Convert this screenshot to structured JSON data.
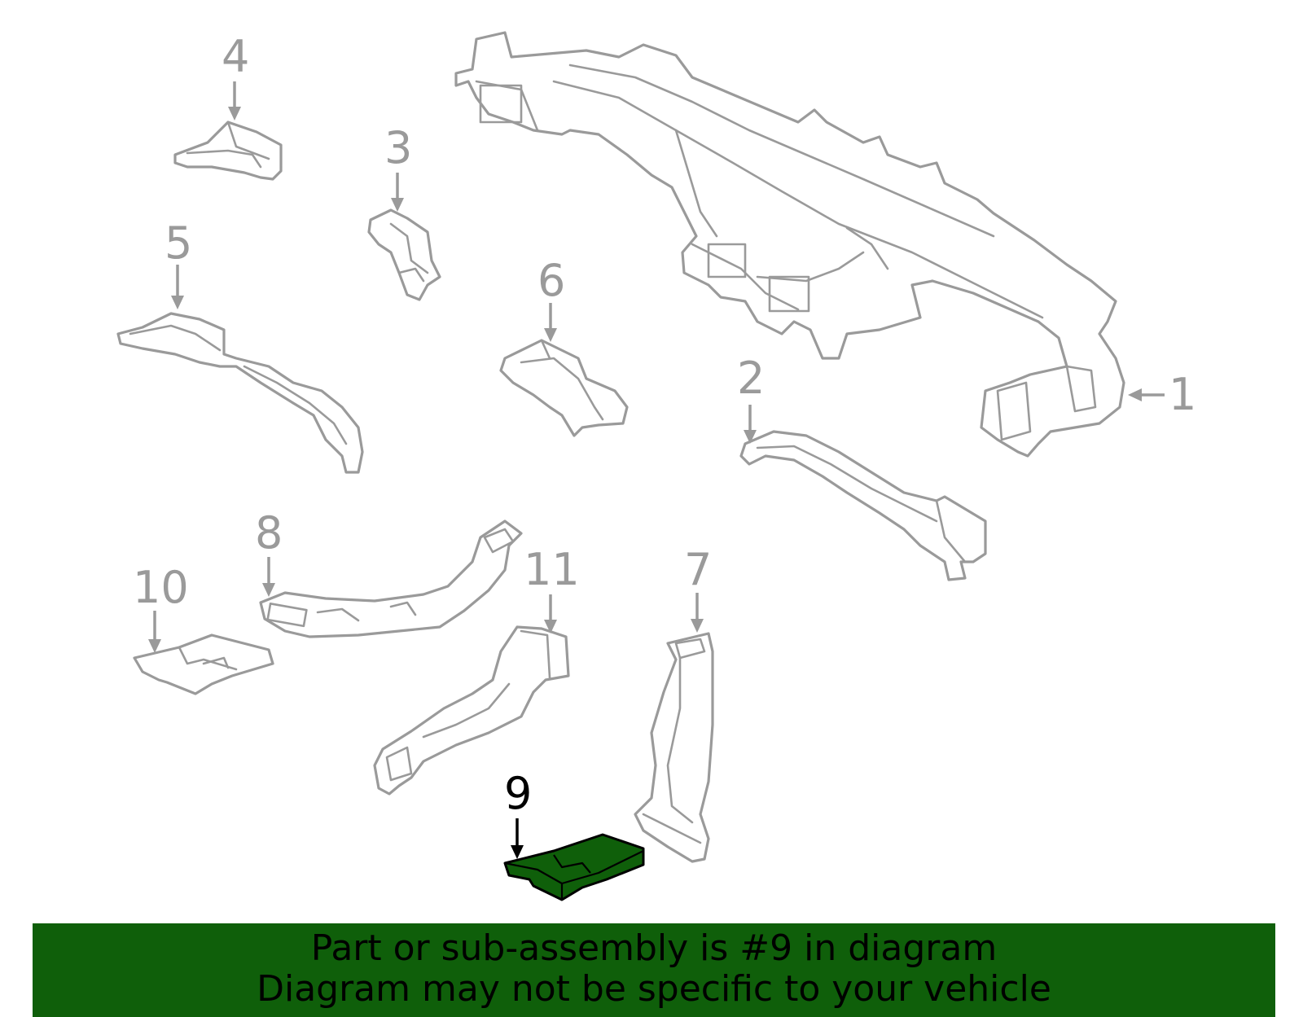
{
  "callouts": [
    "1",
    "2",
    "3",
    "4",
    "5",
    "6",
    "7",
    "8",
    "9",
    "10",
    "11"
  ],
  "highlighted_part": "9",
  "banner": {
    "line1": "Part or sub-assembly is #9 in diagram",
    "line2": "Diagram may not be specific to your vehicle"
  },
  "colors": {
    "highlight": "#0f5f0a",
    "outline": "#9a9a9a",
    "banner": "#0f5f0a"
  }
}
